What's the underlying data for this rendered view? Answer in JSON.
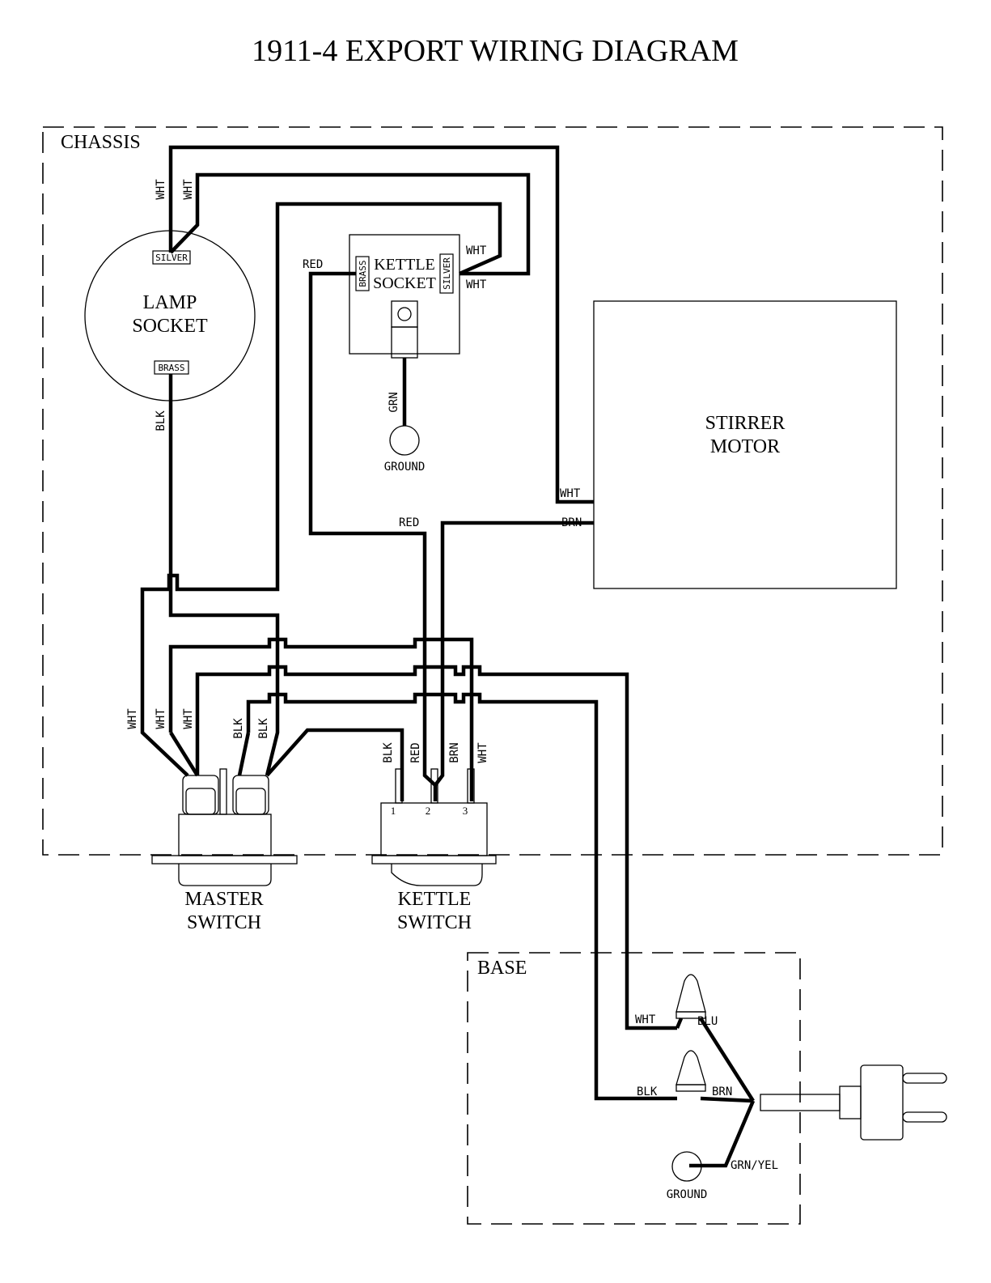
{
  "title": "1911-4 EXPORT WIRING DIAGRAM",
  "regions": {
    "chassis": "CHASSIS",
    "base": "BASE"
  },
  "components": {
    "lamp_socket": [
      "LAMP",
      "SOCKET"
    ],
    "kettle_socket": [
      "KETTLE",
      "SOCKET"
    ],
    "stirrer_motor": [
      "STIRRER",
      "MOTOR"
    ],
    "master_switch": [
      "MASTER",
      "SWITCH"
    ],
    "kettle_switch": [
      "KETTLE",
      "SWITCH"
    ]
  },
  "terminals": {
    "silver": "SILVER",
    "brass": "BRASS",
    "kettle_switch_pins": [
      "1",
      "2",
      "3"
    ]
  },
  "wire_labels": {
    "wht": "WHT",
    "blk": "BLK",
    "red": "RED",
    "grn": "GRN",
    "brn": "BRN",
    "blu": "BLU",
    "grn_yel": "GRN/YEL",
    "ground": "GROUND"
  }
}
